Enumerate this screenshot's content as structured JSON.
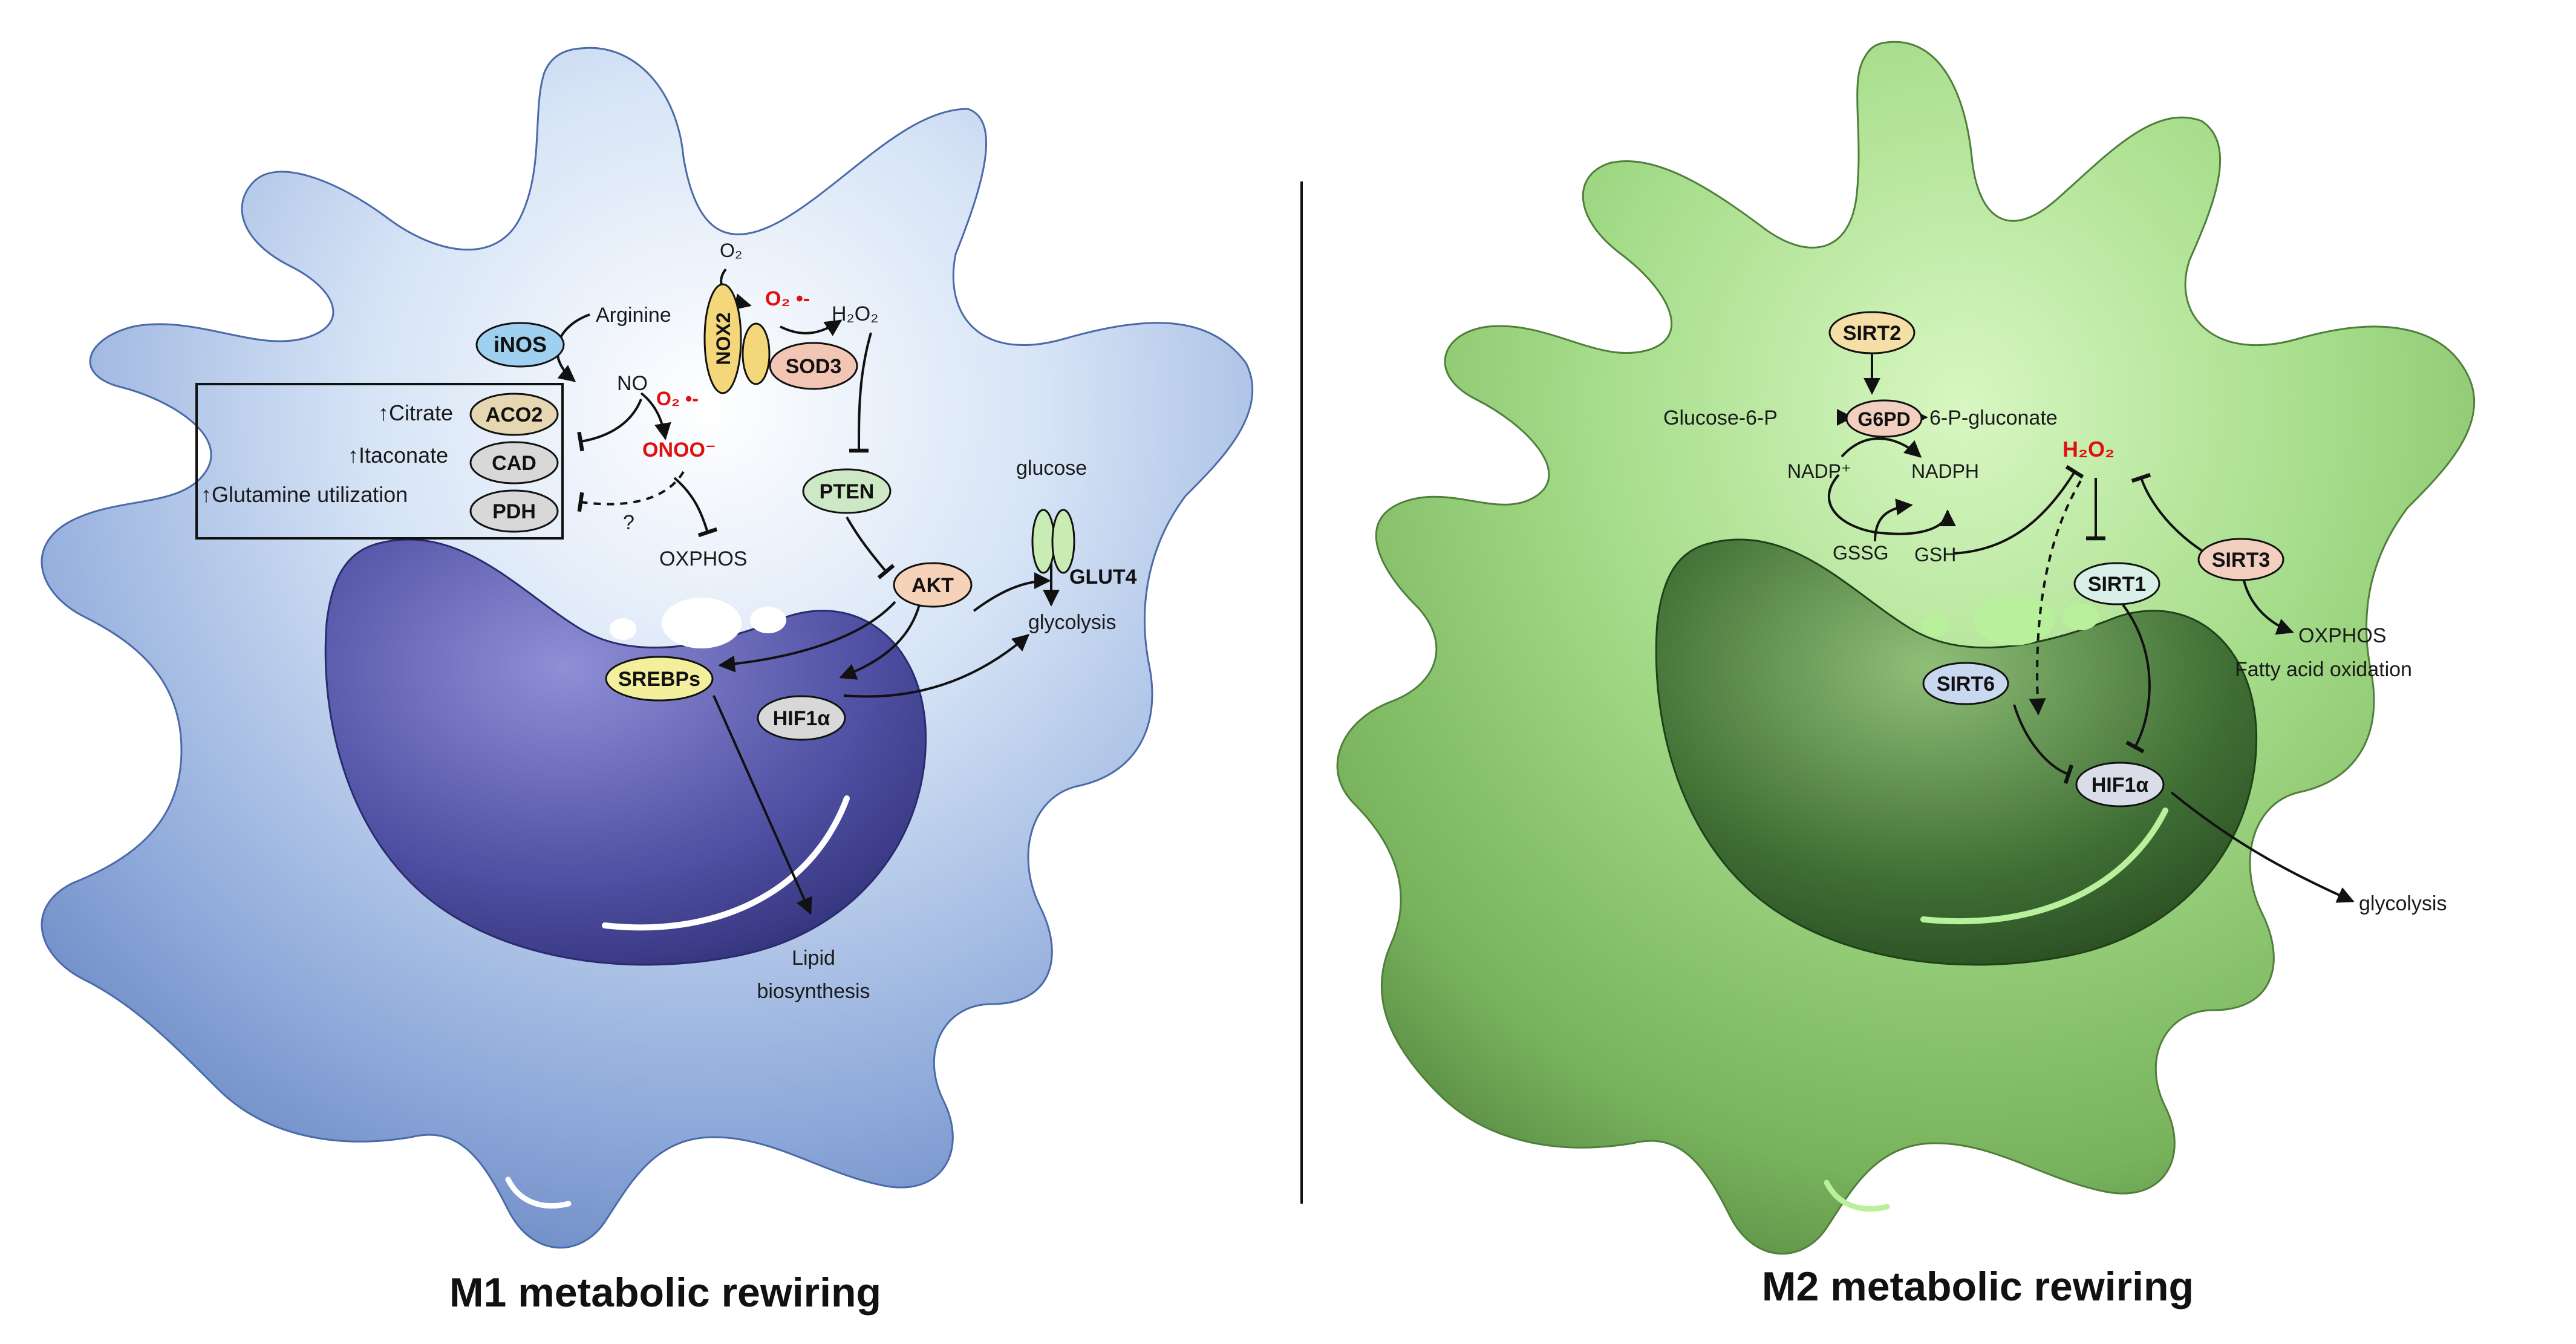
{
  "colors": {
    "m1_cell": "#9cb8e4",
    "m1_nucleus": "#4f4fa3",
    "m2_cell": "#8fcf74",
    "m2_nucleus": "#3f6e34",
    "highlight_red": "#e01010"
  },
  "m1": {
    "title": "M1 metabolic rewiring",
    "nodes": {
      "inos": "iNOS",
      "nox2": "NOX2",
      "sod3": "SOD3",
      "aco2": "ACO2",
      "cad": "CAD",
      "pdh": "PDH",
      "pten": "PTEN",
      "akt": "AKT",
      "srebps": "SREBPs",
      "hif1a": "HIF1α",
      "glut4": "GLUT4"
    },
    "labels": {
      "arginine": "Arginine",
      "o2": "O₂",
      "superoxide": "O₂ •-",
      "h2o2": "H₂O₂",
      "no": "NO",
      "superoxide2": "O₂ •-",
      "onoo": "ONOO⁻",
      "citrate": "↑Citrate",
      "itaconate": "↑Itaconate",
      "glutamine": "↑Glutamine utilization",
      "question": "?",
      "oxphos": "OXPHOS",
      "glucose": "glucose",
      "glycolysis": "glycolysis",
      "lipid1": "Lipid",
      "lipid2": "biosynthesis"
    }
  },
  "m2": {
    "title": "M2 metabolic rewiring",
    "nodes": {
      "sirt2": "SIRT2",
      "g6pd": "G6PD",
      "sirt3": "SIRT3",
      "sirt1": "SIRT1",
      "sirt6": "SIRT6",
      "hif1a": "HIF1α"
    },
    "labels": {
      "glucose6p": "Glucose-6-P",
      "gluconate": "6-P-gluconate",
      "nadp": "NADP⁺",
      "nadph": "NADPH",
      "h2o2": "H₂O₂",
      "gssg": "GSSG",
      "gsh": "GSH",
      "oxphos": "OXPHOS",
      "fao": "Fatty acid oxidation",
      "glycolysis": "glycolysis"
    }
  }
}
